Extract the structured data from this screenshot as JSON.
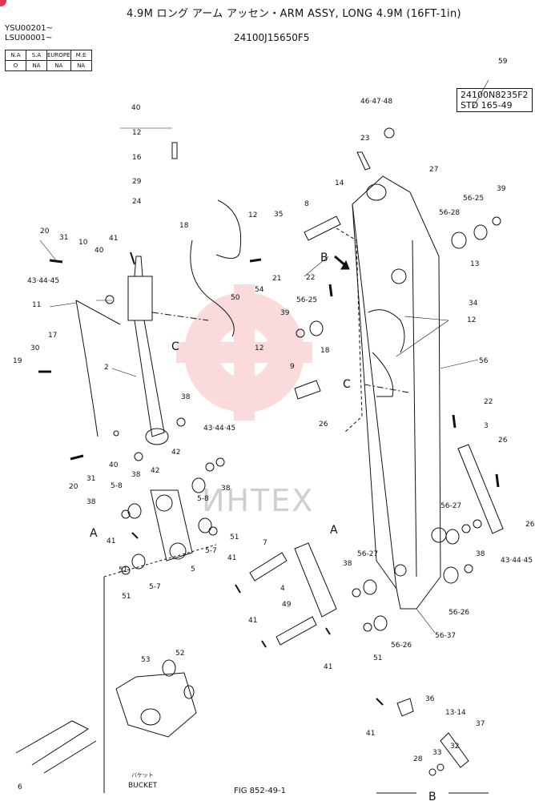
{
  "header": {
    "title": "4.9M ロング アーム アッセン・ARM ASSY, LONG 4.9M (16FT-1in)",
    "serial_1": "YSU00201~",
    "serial_2": "LSU00001~",
    "assembly_number": "24100J15650F5"
  },
  "region_table": {
    "headers": [
      "N.A",
      "S.A",
      "EUROPE",
      "M.E"
    ],
    "values": [
      "O",
      "NA",
      "NA",
      "NA"
    ]
  },
  "std_box": {
    "ref": "59",
    "line1": "24100N8235F2",
    "line2": "STD 165-49"
  },
  "watermark": "ИНТЕХ",
  "bucket_label": {
    "jp": "バケット",
    "en": "BUCKET"
  },
  "figure_number": "FIG 852-49-1",
  "callouts": {
    "c1": "40",
    "c2": "12",
    "c3": "16",
    "c4": "29",
    "c5": "24",
    "c6": "46·47·48",
    "c7": "23",
    "c8": "14",
    "c9": "27",
    "c10": "56-25",
    "c11": "39",
    "c12": "56-28",
    "c13": "18",
    "c14": "12",
    "c15": "35",
    "c16": "8",
    "c17": "20",
    "c18": "31",
    "c19": "10",
    "c20": "40",
    "c21": "41",
    "c22": "43·44·45",
    "c23": "21",
    "c24": "54",
    "c25": "50",
    "c26": "13",
    "c27": "22",
    "c28": "34",
    "c29": "11",
    "c30": "56-25",
    "c31": "39",
    "c32": "17",
    "c33": "30",
    "c34": "19",
    "c35": "2",
    "c36": "12",
    "c37": "12",
    "c38": "18",
    "c39": "9",
    "c40": "56",
    "c41": "38",
    "c42": "43·44·45",
    "c43": "26",
    "c44": "22",
    "c45": "3",
    "c46": "26",
    "c47": "26",
    "c48": "40",
    "c49": "42",
    "c50": "38",
    "c51": "20",
    "c52": "31",
    "c53": "5-8",
    "c54": "38",
    "c55": "38",
    "c56": "5-8",
    "c57": "51",
    "c58": "5-7",
    "c59": "41",
    "c60": "5",
    "c61": "56-27",
    "c62": "38",
    "c63": "43·44·45",
    "c64": "41",
    "c65": "7",
    "c66": "4",
    "c67": "56-27",
    "c68": "38",
    "c69": "5-7",
    "c70": "51",
    "c71": "51",
    "c72": "56-26",
    "c73": "49",
    "c74": "41",
    "c75": "41",
    "c76": "51",
    "c77": "56-26",
    "c78": "56-37",
    "c79": "52",
    "c80": "53",
    "c81": "36",
    "c82": "41",
    "c83": "13·14",
    "c84": "37",
    "c85": "32",
    "c86": "33",
    "c87": "28",
    "c88": "6",
    "c89": "42"
  },
  "markers": {
    "A1": "A",
    "A2": "A",
    "B1": "B",
    "B2": "B",
    "C1": "C",
    "C2": "C"
  }
}
